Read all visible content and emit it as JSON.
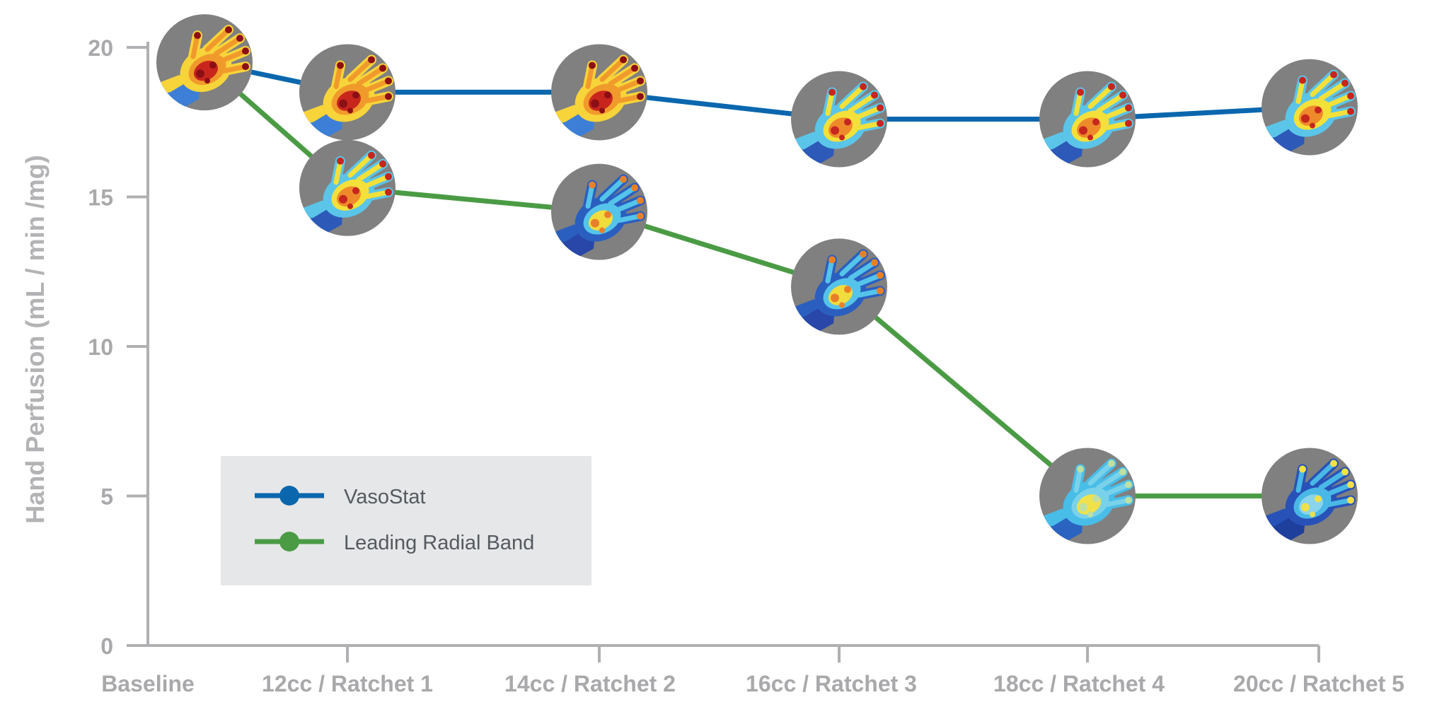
{
  "chart_data": {
    "type": "line",
    "ylabel": "Hand Perfusion (mL / min /mg)",
    "xlabel": "",
    "ylim": [
      0,
      20
    ],
    "yticks": [
      0,
      5,
      10,
      15,
      20
    ],
    "grid": false,
    "legend_position": "bottom-left",
    "categories": [
      "Baseline",
      "12cc / Ratchet 1",
      "14cc / Ratchet 2",
      "16cc / Ratchet 3",
      "18cc / Ratchet 4",
      "20cc / Ratchet 5"
    ],
    "series": [
      {
        "name": "VasoStat",
        "color": "#0a67ad",
        "values": [
          19.5,
          18.5,
          18.5,
          17.6,
          17.6,
          18.0
        ],
        "markers": [
          "hand-thermal-image",
          "hand-thermal-image",
          "hand-thermal-image",
          "hand-thermal-image",
          "hand-thermal-image",
          "hand-thermal-image"
        ],
        "marker_heat": [
          "hot",
          "hot",
          "hot",
          "warm",
          "warm",
          "warm"
        ]
      },
      {
        "name": "Leading Radial Band",
        "color": "#4b9b45",
        "values": [
          19.5,
          15.3,
          14.5,
          12.0,
          5.0,
          5.0
        ],
        "markers": [
          "",
          "hand-thermal-image",
          "hand-thermal-image",
          "hand-thermal-image",
          "hand-thermal-image",
          "hand-thermal-image"
        ],
        "marker_heat": [
          "",
          "warm",
          "cool",
          "cool",
          "cold",
          "coldest"
        ]
      }
    ]
  },
  "colors": {
    "axis": "#b0b0b3",
    "marker_bg": "#808080",
    "legend_bg": "#e6e7e8"
  }
}
